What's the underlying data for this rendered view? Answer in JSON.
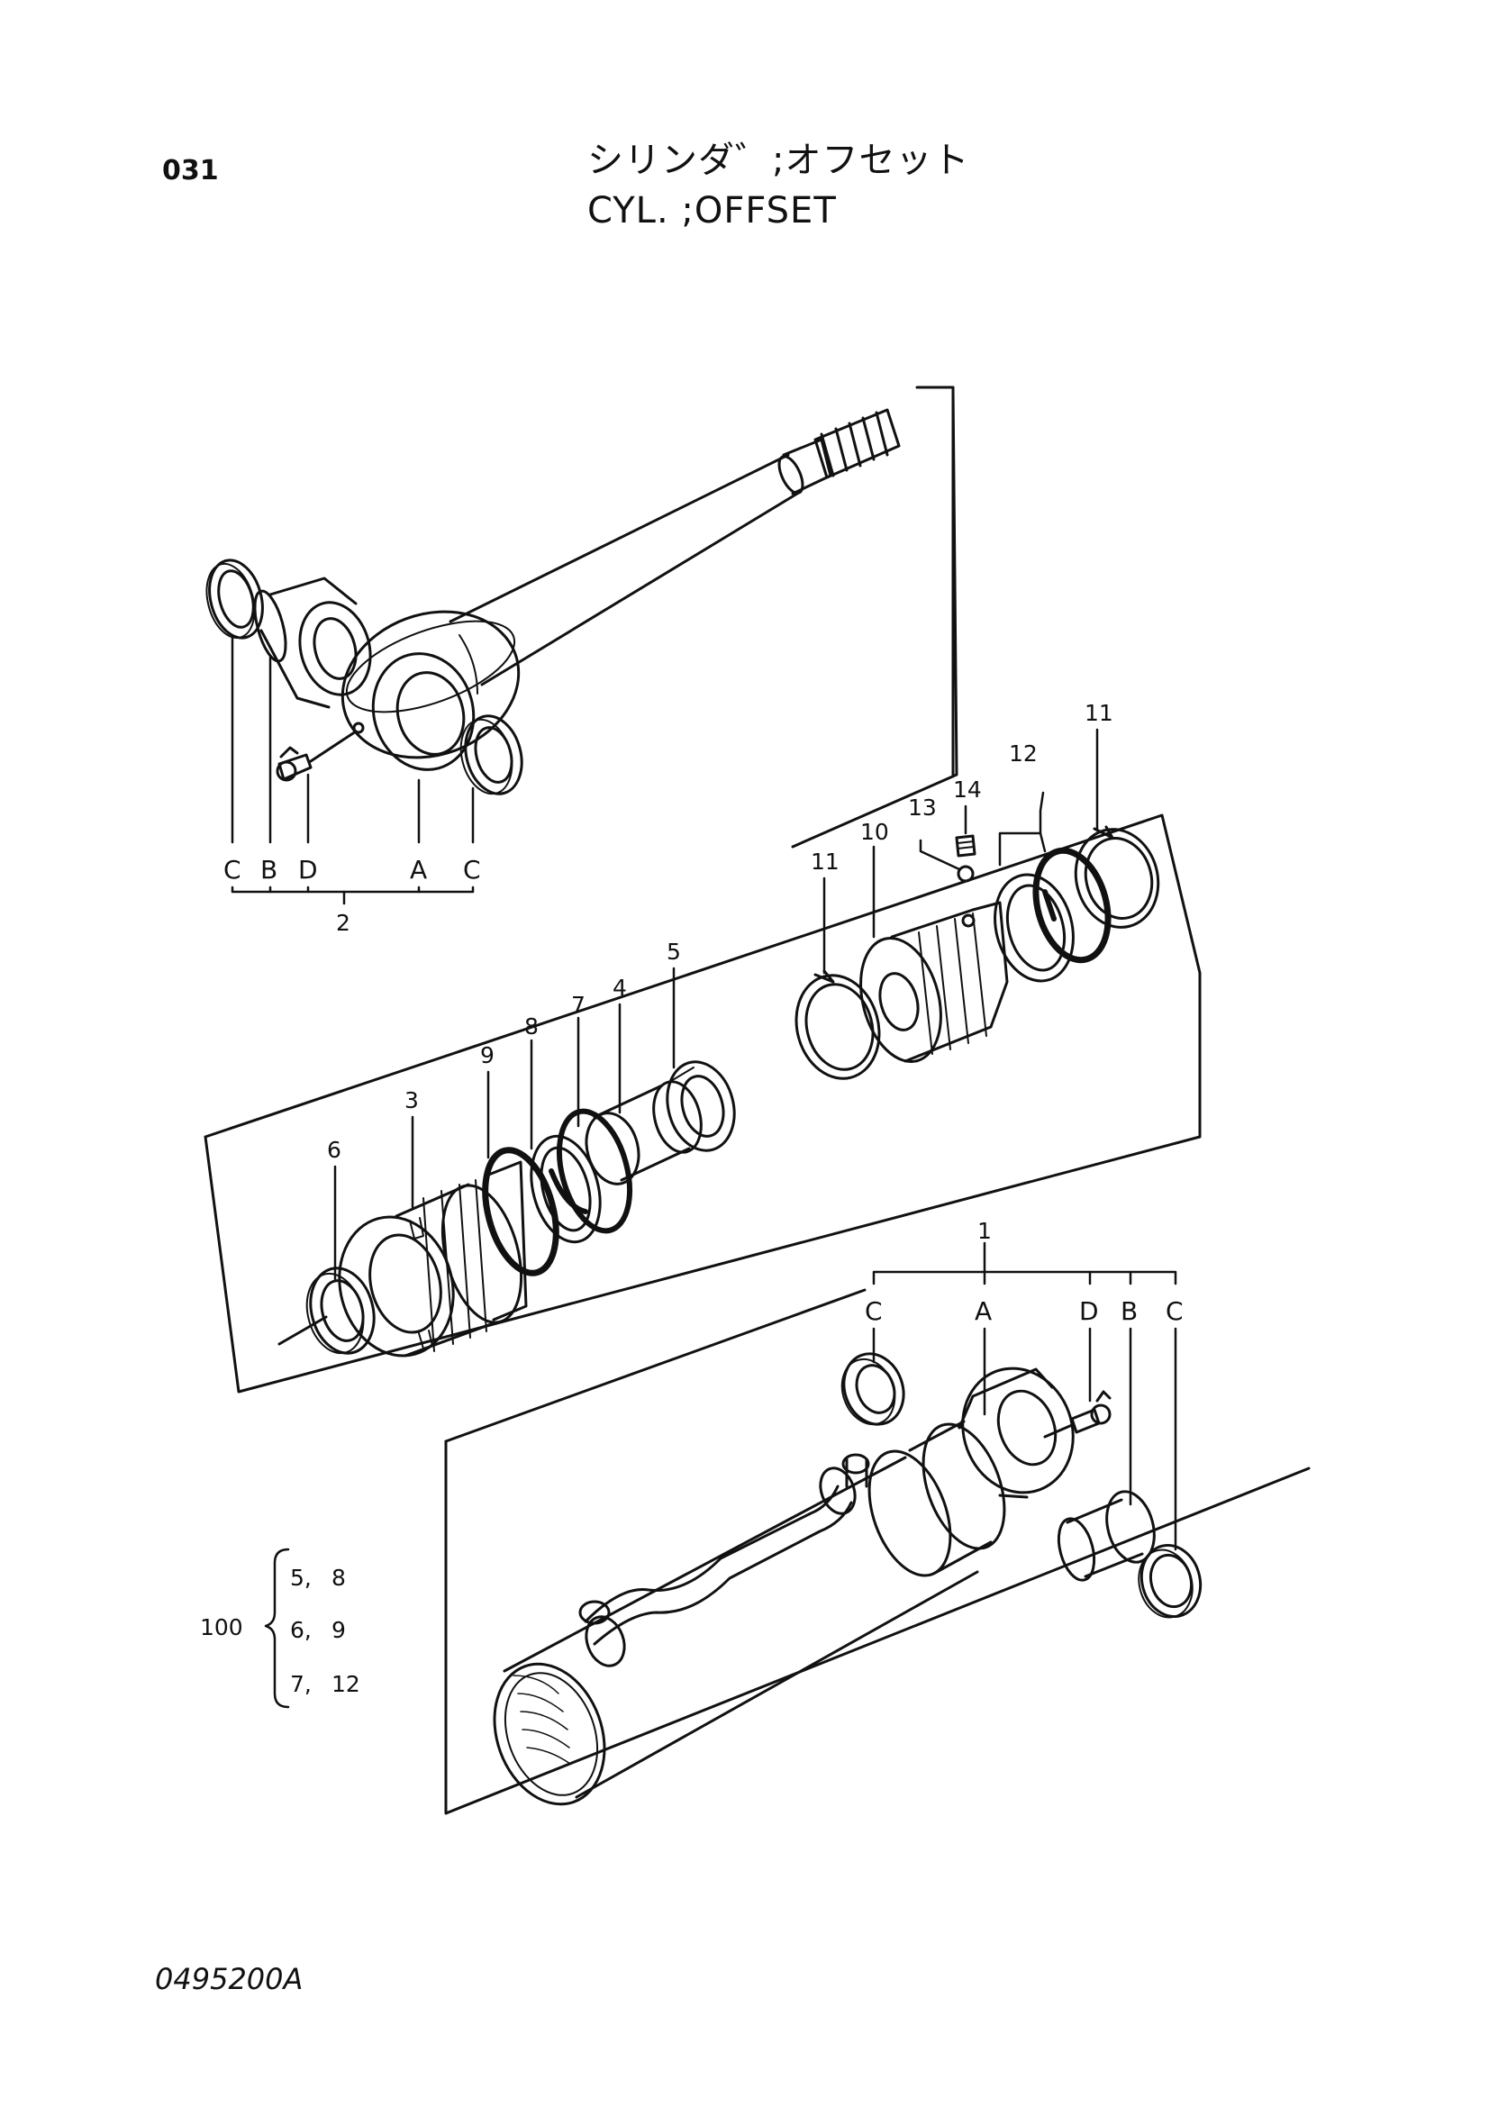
{
  "page_number": "031",
  "title_jp": "シリンダ゛;オフセット",
  "title_en": "CYL. ;OFFSET",
  "drawing_code": "0495200A",
  "groups": {
    "rod_assembly": {
      "number": "2",
      "letters": [
        "C",
        "B",
        "D",
        "A",
        "C"
      ]
    },
    "tube_assembly": {
      "number": "1",
      "letters": [
        "C",
        "A",
        "D",
        "B",
        "C"
      ]
    }
  },
  "callouts": {
    "p3": "3",
    "p4": "4",
    "p5": "5",
    "p6": "6",
    "p7": "7",
    "p8": "8",
    "p9": "9",
    "p10": "10",
    "p11a": "11",
    "p11b": "11",
    "p12": "12",
    "p13": "13",
    "p14": "14"
  },
  "seal_kit": {
    "number": "100",
    "rows": [
      [
        "5,",
        "8"
      ],
      [
        "6,",
        "9"
      ],
      [
        "7,",
        "12"
      ]
    ]
  }
}
